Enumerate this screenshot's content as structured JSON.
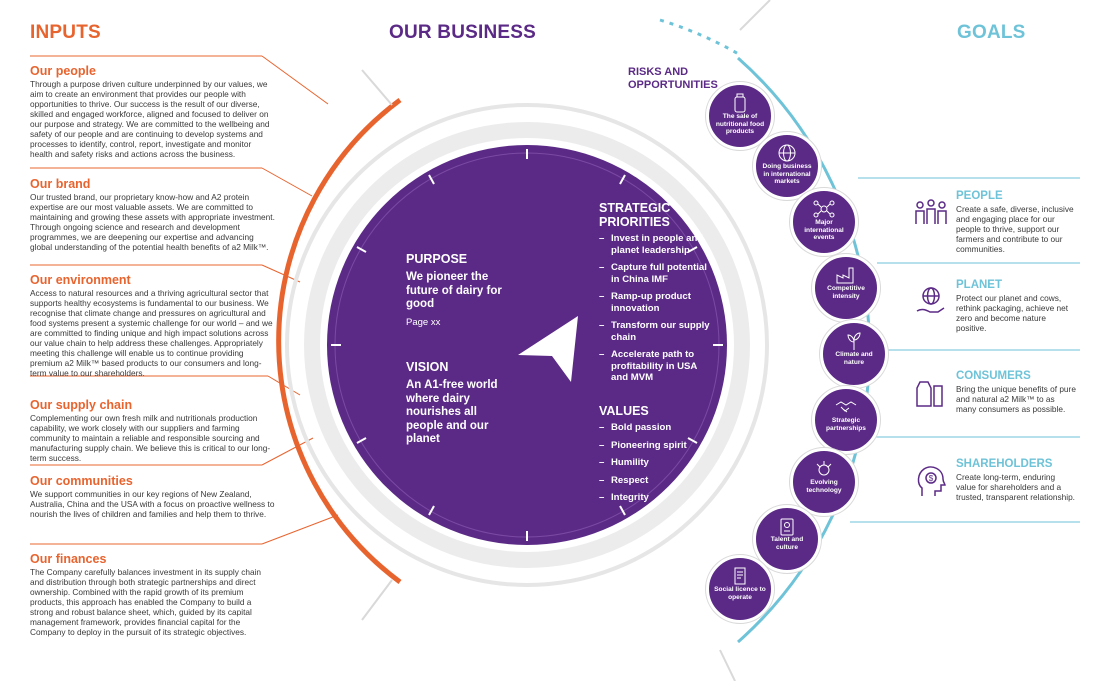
{
  "headers": {
    "inputs": "INPUTS",
    "business": "OUR BUSINESS",
    "goals": "GOALS"
  },
  "risks_title": "RISKS AND OPPORTUNITIES",
  "inputs": [
    {
      "title": "Our people",
      "text": "Through a purpose driven culture underpinned by our values, we aim to create an environment that provides our people with opportunities to thrive. Our success is the result of our diverse, skilled and engaged workforce, aligned and focused to deliver on our purpose and strategy. We are committed to the wellbeing and safety of our people and are continuing to develop systems and processes to identify, control, report, investigate and monitor health and safety risks and actions across the business."
    },
    {
      "title": "Our brand",
      "text": "Our trusted brand, our proprietary know-how and A2 protein expertise are our most valuable assets. We are committed to maintaining and growing these assets with appropriate investment. Through ongoing science and research and development programmes, we are deepening our expertise and advancing global understanding of the potential health benefits of a2 Milk™."
    },
    {
      "title": "Our environment",
      "text": "Access to natural resources and a thriving agricultural sector that supports healthy ecosystems is fundamental to our business. We recognise that climate change and pressures on agricultural and food systems present a systemic challenge for our world – and we are committed to finding unique and high impact solutions across our value chain to help address these challenges. Appropriately meeting this challenge will enable us to continue providing premium a2 Milk™ based products to our consumers and long-term value to our shareholders."
    },
    {
      "title": "Our supply chain",
      "text": "Complementing our own fresh milk and nutritionals production capability, we work closely with our suppliers and farming community to maintain a reliable and responsible sourcing and manufacturing supply chain. We believe this is critical to our long-term success."
    },
    {
      "title": "Our communities",
      "text": "We support communities in our key regions of New Zealand, Australia, China and the USA with a focus on proactive wellness to nourish the lives of children and families and help them to thrive."
    },
    {
      "title": "Our finances",
      "text": "The Company carefully balances investment in its supply chain and distribution through both strategic partnerships and direct ownership. Combined with the rapid growth of its premium products, this approach has enabled the Company to build a strong and robust balance sheet, which, guided by its capital management framework, provides financial capital for the Company to deploy in the pursuit of its strategic objectives."
    }
  ],
  "dial": {
    "purpose_title": "PURPOSE",
    "purpose_text": "We pioneer the future of dairy for good",
    "purpose_page": "Page xx",
    "vision_title": "VISION",
    "vision_text": "An A1-free world where dairy nourishes all people and our planet",
    "priorities_title": "STRATEGIC PRIORITIES",
    "priorities": [
      "Invest in people and planet leadership",
      "Capture full potential in China IMF",
      "Ramp-up product innovation",
      "Transform our supply chain",
      "Accelerate path to profitability in USA and MVM"
    ],
    "values_title": "VALUES",
    "values": [
      "Bold passion",
      "Pioneering spirit",
      "Humility",
      "Respect",
      "Integrity"
    ]
  },
  "risks": [
    {
      "label": "The sale of nutritional food products",
      "icon": "bottle-icon"
    },
    {
      "label": "Doing business in international markets",
      "icon": "globe-icon"
    },
    {
      "label": "Major international events",
      "icon": "network-icon"
    },
    {
      "label": "Competitive intensity",
      "icon": "factory-icon"
    },
    {
      "label": "Climate and nature",
      "icon": "plant-icon"
    },
    {
      "label": "Strategic partnerships",
      "icon": "handshake-icon"
    },
    {
      "label": "Evolving technology",
      "icon": "tech-icon"
    },
    {
      "label": "Talent and culture",
      "icon": "badge-icon"
    },
    {
      "label": "Social licence to operate",
      "icon": "document-icon"
    }
  ],
  "goals": [
    {
      "title": "PEOPLE",
      "text": "Create a safe, diverse, inclusive and engaging place for our people to thrive, support our farmers and contribute to our communities.",
      "icon": "people-icon"
    },
    {
      "title": "PLANET",
      "text": "Protect our planet and cows, rethink packaging, achieve net zero and become nature positive.",
      "icon": "planet-hand-icon"
    },
    {
      "title": "CONSUMERS",
      "text": "Bring the unique benefits of pure and natural a2 Milk™ to as many consumers as possible.",
      "icon": "milk-icon"
    },
    {
      "title": "SHAREHOLDERS",
      "text": "Create long-term, enduring value for shareholders and a trusted, transparent relationship.",
      "icon": "head-dollar-icon"
    }
  ],
  "colors": {
    "orange": "#e8642f",
    "purple": "#5b2a86",
    "teal": "#6ec3d8",
    "grey": "#d9d9d9"
  }
}
